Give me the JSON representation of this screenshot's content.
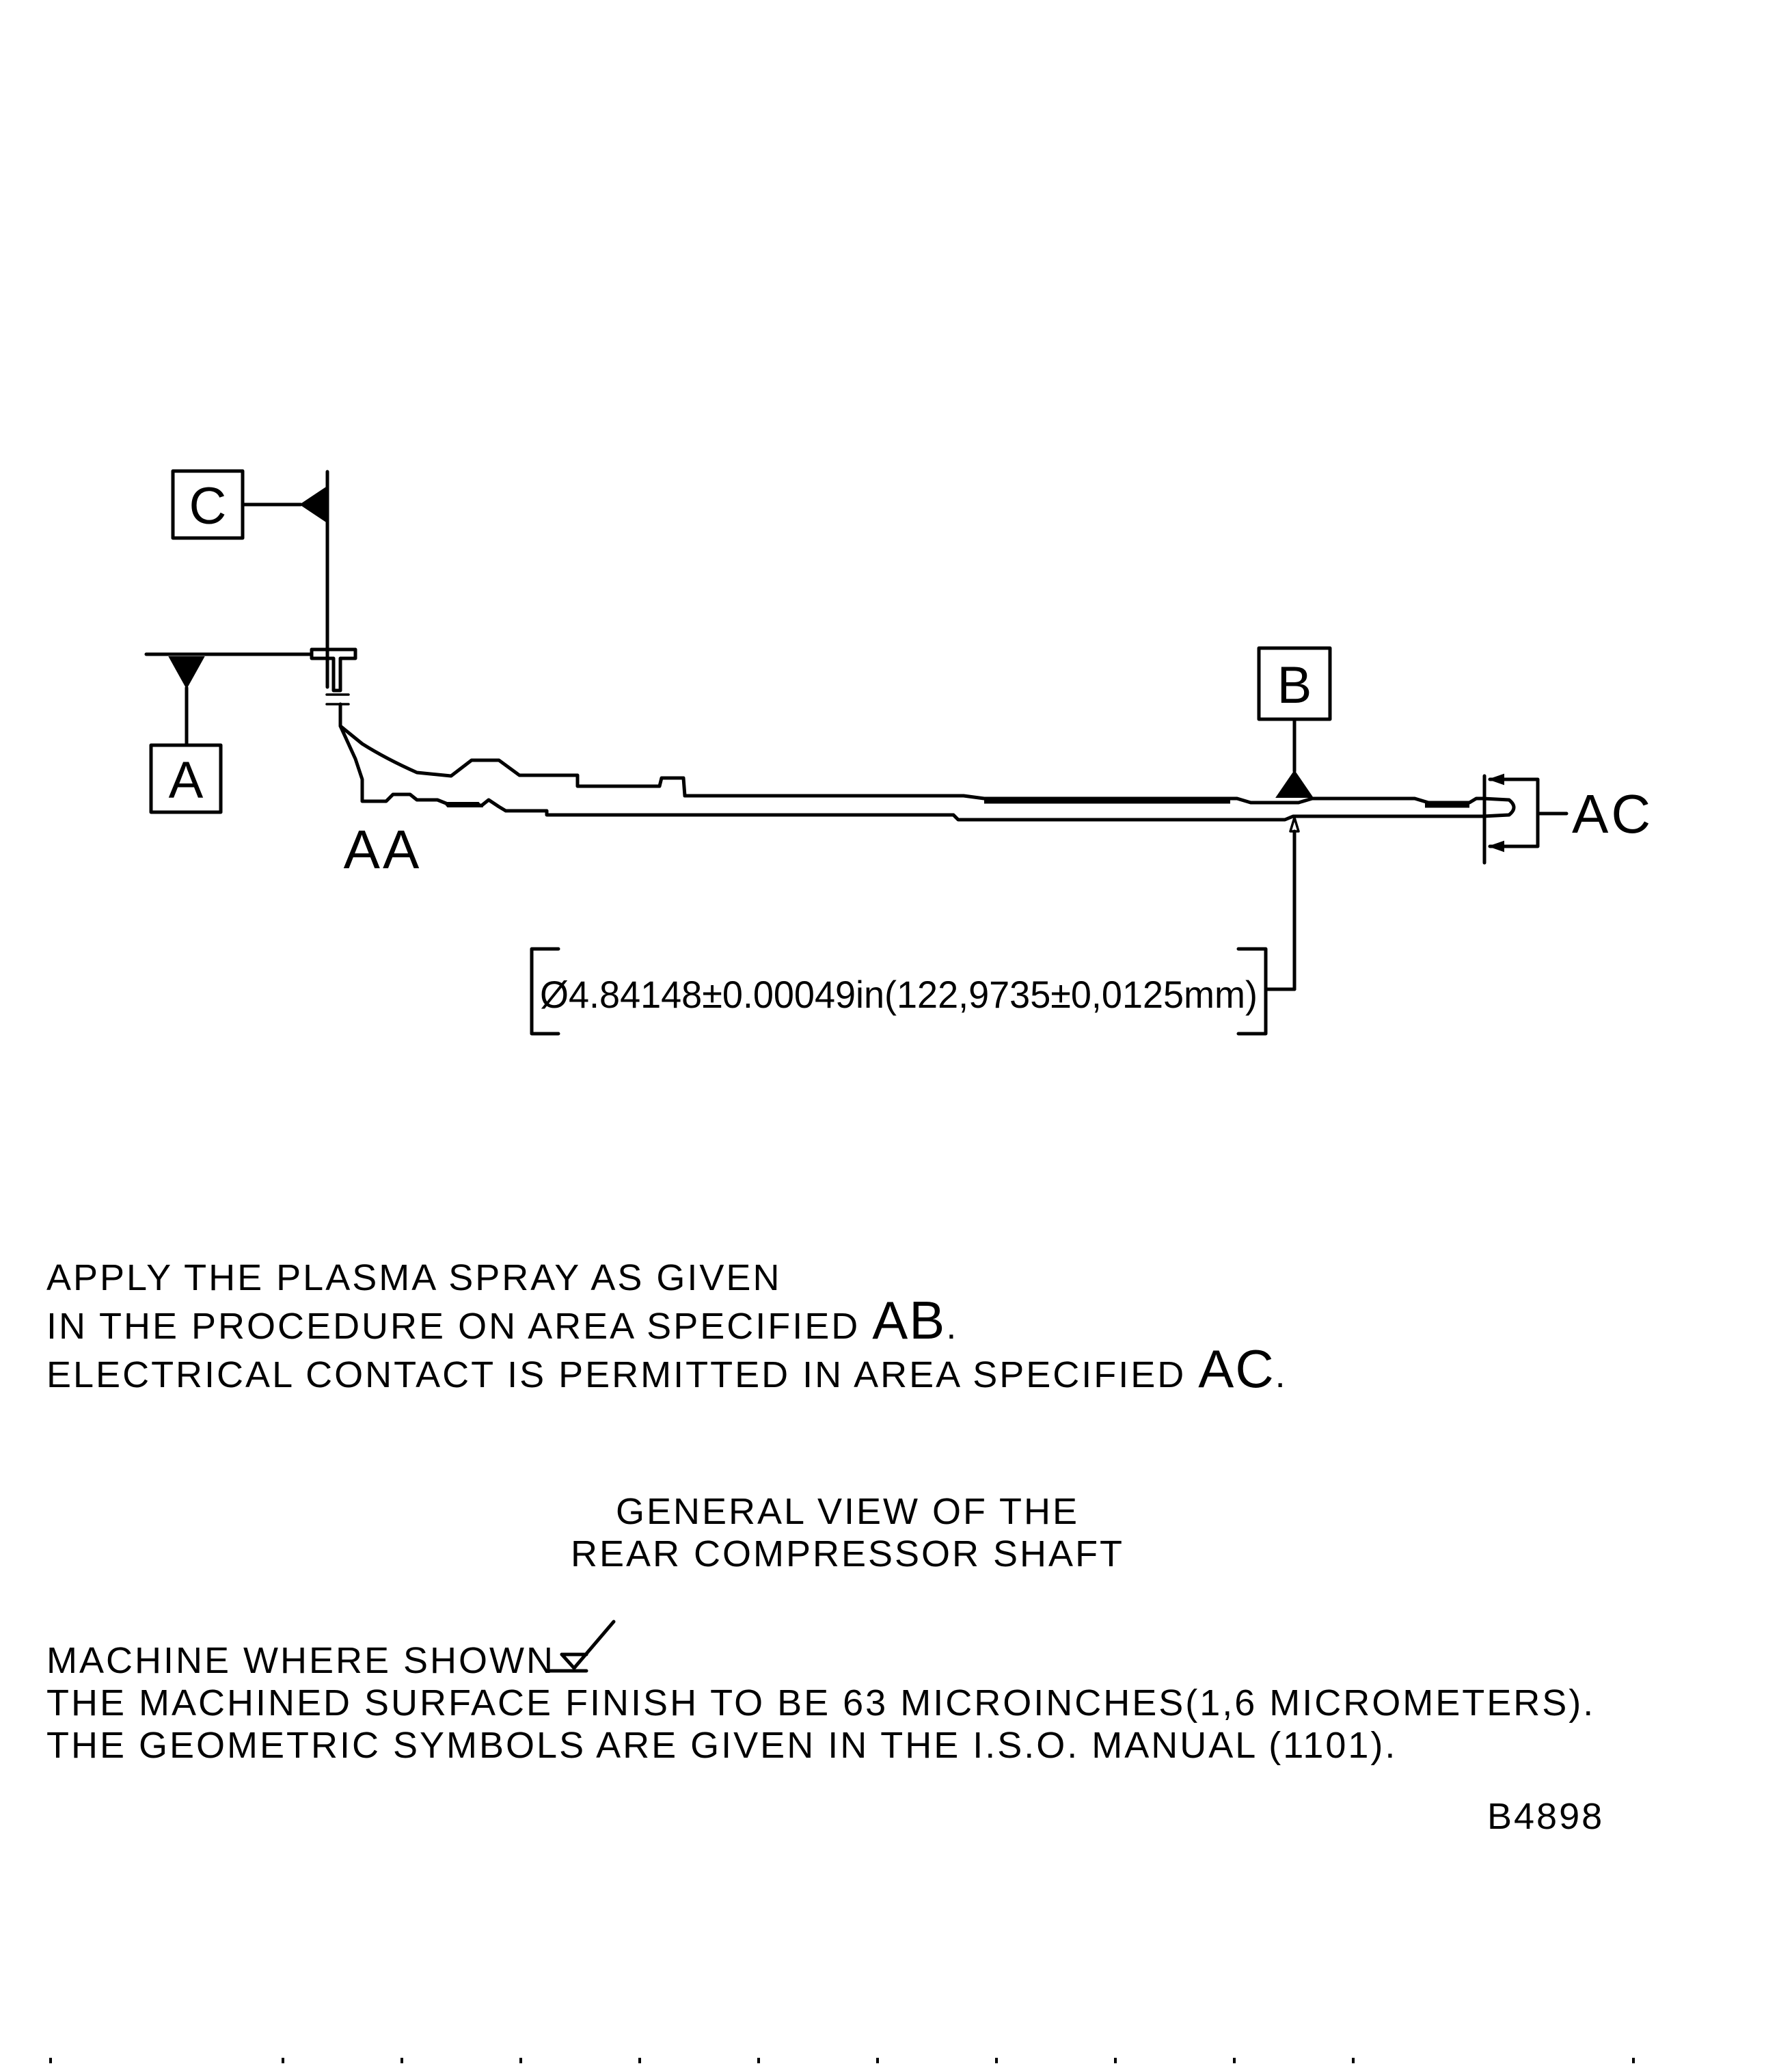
{
  "diagram": {
    "datum_labels": {
      "a": "A",
      "b": "B",
      "c": "C"
    },
    "area_labels": {
      "aa": "AA",
      "ac": "AC"
    },
    "dimension": "Ø4.84148±0.00049in(122,9735±0,0125mm)"
  },
  "notes": {
    "plasma": {
      "line1": "APPLY THE PLASMA SPRAY AS GIVEN",
      "line2_text": "IN THE PROCEDURE ON AREA SPECIFIED",
      "line2_area": "AB",
      "line2_end": ".",
      "line3_text": "ELECTRICAL CONTACT IS PERMITTED IN AREA SPECIFIED",
      "line3_area": "AC",
      "line3_end": "."
    },
    "view_title": {
      "line1": "GENERAL VIEW OF THE",
      "line2": "REAR COMPRESSOR SHAFT"
    },
    "machining": {
      "line1": "MACHINE WHERE SHOWN",
      "line2": "THE MACHINED SURFACE FINISH TO BE 63 MICROINCHES(1,6 MICROMETERS).",
      "line3": "THE GEOMETRIC SYMBOLS ARE GIVEN IN THE I.S.O. MANUAL (1101)."
    }
  },
  "figure_id": "B4898",
  "icons": {
    "surface_finish": "machining-check-icon",
    "datum_triangle": "datum-triangle-icon"
  }
}
